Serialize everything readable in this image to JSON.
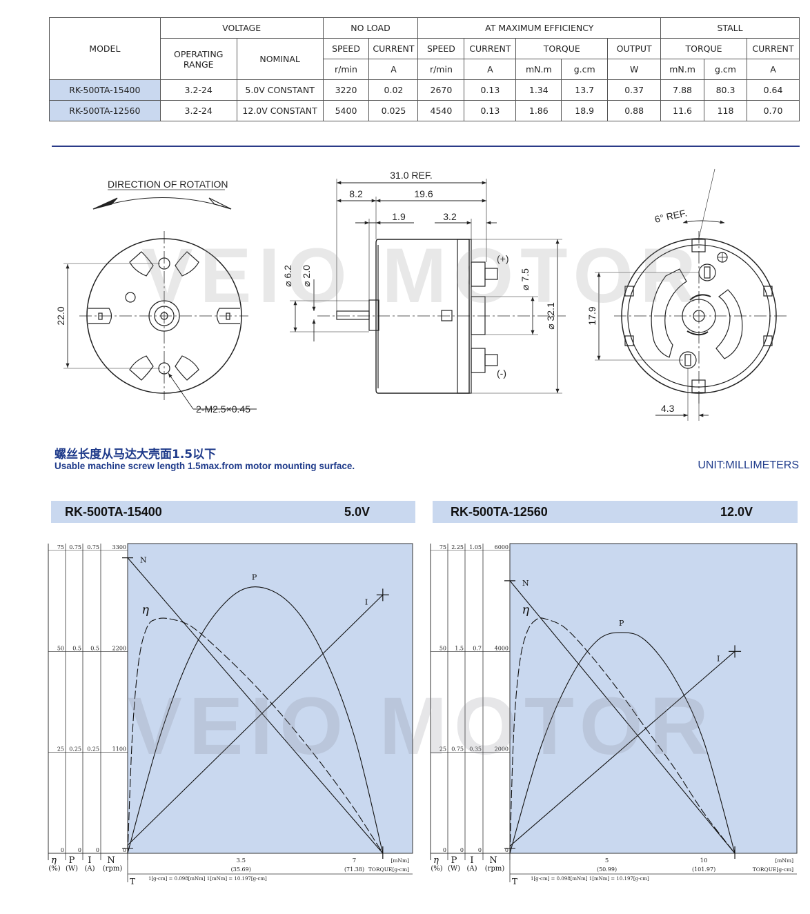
{
  "table": {
    "headers": {
      "model": "MODEL",
      "voltage": "VOLTAGE",
      "no_load": "NO LOAD",
      "max_eff": "AT MAXIMUM EFFICIENCY",
      "stall": "STALL",
      "operating_range": "OPERATING RANGE",
      "nominal": "NOMINAL",
      "speed": "SPEED",
      "current": "CURRENT",
      "torque": "TORQUE",
      "output": "OUTPUT",
      "unit_rmin": "r/min",
      "unit_a": "A",
      "unit_mnm": "mN.m",
      "unit_gcm": "g.cm",
      "unit_w": "W"
    },
    "rows": [
      [
        "RK-500TA-15400",
        "3.2-24",
        "5.0V CONSTANT",
        "3220",
        "0.02",
        "2670",
        "0.13",
        "1.34",
        "13.7",
        "0.37",
        "7.88",
        "80.3",
        "0.64"
      ],
      [
        "RK-500TA-12560",
        "3.2-24",
        "12.0V CONSTANT",
        "5400",
        "0.025",
        "4540",
        "0.13",
        "1.86",
        "18.9",
        "0.88",
        "11.6",
        "118",
        "0.70"
      ]
    ]
  },
  "drawing": {
    "direction_of_rotation": "DIRECTION OF ROTATION",
    "dim_22": "22.0",
    "screw": "2-M2.5×0.45",
    "dim_31": "31.0 REF.",
    "dim_8_2": "8.2",
    "dim_19_6": "19.6",
    "dim_1_9": "1.9",
    "dim_3_2": "3.2",
    "dim_6_2": "⌀ 6.2",
    "dim_2_0": "⌀ 2.0",
    "dim_7_5": "⌀ 7.5",
    "dim_32_1": "⌀ 32.1",
    "plus": "(+)",
    "minus": "(-)",
    "dim_6ref": "6° REF.",
    "dim_17_9": "17.9",
    "dim_4_3": "4.3",
    "watermark": "VEIO MOTOR"
  },
  "notes": {
    "cn": "螺丝长度从马达大壳面1.5以下",
    "en": "Usable machine screw length 1.5max.from motor mounting surface.",
    "unit": "UNIT:MILLIMETERS"
  },
  "colors": {
    "accent": "#1e3a8a",
    "chart_bg": "#c9d8ef",
    "table_highlight": "#c9d8ef"
  },
  "chart_data": [
    {
      "type": "line",
      "title": "RK-500TA-15400",
      "voltage": "5.0V",
      "x_unit_label": "[mNm]",
      "x_alt_label": "TORQUE[g-cm]",
      "conversion_note": "1[g-cm] = 0.098[mNm]   1[mNm] = 10.197[g-cm]",
      "xlim": [
        0,
        8.8
      ],
      "x_ticks": [
        {
          "v": 3.5,
          "label": "3.5",
          "sub": "(35.69)"
        },
        {
          "v": 7,
          "label": "7",
          "sub": "(71.38)"
        }
      ],
      "axes": [
        {
          "sym": "η",
          "unit": "(%)",
          "ticks": [
            "0",
            "25",
            "50",
            "75"
          ],
          "max": 75
        },
        {
          "sym": "P",
          "unit": "(W)",
          "ticks": [
            "0",
            "0.25",
            "0.5",
            "0.75"
          ],
          "max": 0.75
        },
        {
          "sym": "I",
          "unit": "(A)",
          "ticks": [
            "0",
            "0.25",
            "0.5",
            "0.75"
          ],
          "max": 0.75
        },
        {
          "sym": "N",
          "unit": "(rpm)",
          "ticks": [
            "0",
            "1100",
            "2200",
            "3300"
          ],
          "max": 3300
        }
      ],
      "x_sym": "T",
      "stall_torque": 7.88,
      "noload_speed": 3220,
      "speed_ylim": [
        0,
        3300
      ],
      "series": [
        {
          "name": "N",
          "x": [
            0,
            7.88
          ],
          "y": [
            3220,
            0
          ],
          "axis": "N",
          "style": "solid"
        },
        {
          "name": "I",
          "x": [
            0,
            7.88
          ],
          "y": [
            0.02,
            0.64
          ],
          "axis": "I",
          "style": "solid"
        },
        {
          "name": "P",
          "x": [
            0,
            1.0,
            2.0,
            3.0,
            3.94,
            5.0,
            6.0,
            7.0,
            7.88
          ],
          "y": [
            0,
            0.29,
            0.5,
            0.62,
            0.66,
            0.62,
            0.5,
            0.29,
            0
          ],
          "axis": "P",
          "style": "solid"
        },
        {
          "name": "η",
          "x": [
            0,
            0.15,
            0.35,
            0.6,
            0.9,
            1.34,
            2.0,
            3.0,
            4.0,
            5.0,
            6.0,
            7.0,
            7.88
          ],
          "y": [
            0,
            30,
            48,
            56,
            58,
            58,
            56,
            49,
            41,
            32,
            22,
            11,
            0
          ],
          "axis": "η",
          "style": "dashed"
        }
      ]
    },
    {
      "type": "line",
      "title": "RK-500TA-12560",
      "voltage": "12.0V",
      "x_unit_label": "[mNm]",
      "x_alt_label": "TORQUE[g-cm]",
      "conversion_note": "1[g-cm] = 0.098[mNm]   1[mNm] = 10.197[g-cm]",
      "xlim": [
        0,
        14.8
      ],
      "x_ticks": [
        {
          "v": 5,
          "label": "5",
          "sub": "(50.99)"
        },
        {
          "v": 10,
          "label": "10",
          "sub": "(101.97)"
        }
      ],
      "axes": [
        {
          "sym": "η",
          "unit": "(%)",
          "ticks": [
            "0",
            "25",
            "50",
            "75"
          ],
          "max": 75
        },
        {
          "sym": "P",
          "unit": "(W)",
          "ticks": [
            "0",
            "0.75",
            "1.5",
            "2.25"
          ],
          "max": 2.25
        },
        {
          "sym": "I",
          "unit": "(A)",
          "ticks": [
            "0",
            "0.35",
            "0.7",
            "1.05"
          ],
          "max": 1.05
        },
        {
          "sym": "N",
          "unit": "(rpm)",
          "ticks": [
            "0",
            "2000",
            "4000",
            "6000"
          ],
          "max": 6000
        }
      ],
      "x_sym": "T",
      "stall_torque": 11.6,
      "noload_speed": 5400,
      "speed_ylim": [
        0,
        6000
      ],
      "series": [
        {
          "name": "N",
          "x": [
            0,
            11.6
          ],
          "y": [
            5400,
            0
          ],
          "axis": "N",
          "style": "solid"
        },
        {
          "name": "I",
          "x": [
            0,
            11.6
          ],
          "y": [
            0.025,
            0.7
          ],
          "axis": "I",
          "style": "solid"
        },
        {
          "name": "P",
          "x": [
            0,
            1.5,
            3.0,
            4.5,
            5.8,
            7.0,
            8.5,
            10.0,
            11.6
          ],
          "y": [
            0,
            0.75,
            1.27,
            1.58,
            1.64,
            1.58,
            1.3,
            0.83,
            0
          ],
          "axis": "P",
          "style": "solid"
        },
        {
          "name": "η",
          "x": [
            0,
            0.2,
            0.5,
            0.9,
            1.4,
            1.86,
            2.8,
            4.0,
            5.5,
            7.0,
            8.5,
            10.0,
            11.6
          ],
          "y": [
            0,
            30,
            47,
            55,
            58,
            58,
            56,
            50,
            41,
            31,
            21,
            10,
            0
          ],
          "axis": "η",
          "style": "dashed"
        }
      ]
    }
  ]
}
